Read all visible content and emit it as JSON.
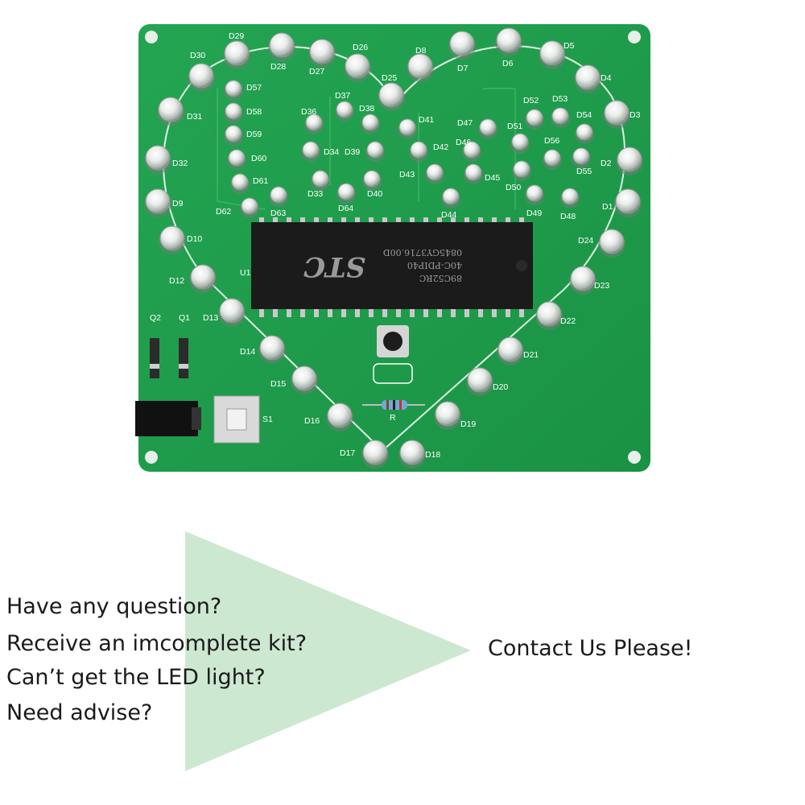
{
  "board": {
    "chip": {
      "brand": "STC",
      "line1": "89C52RC",
      "line2": "40C-PDIP40",
      "line3": "0845GY3716.00D",
      "ref": "U1"
    },
    "switch_label": "S1",
    "resistor_label": "R",
    "transistors": [
      "Q2",
      "Q1"
    ],
    "leds": [
      {
        "id": "D1"
      },
      {
        "id": "D2"
      },
      {
        "id": "D3"
      },
      {
        "id": "D4"
      },
      {
        "id": "D5"
      },
      {
        "id": "D6"
      },
      {
        "id": "D7"
      },
      {
        "id": "D8"
      },
      {
        "id": "D9"
      },
      {
        "id": "D10"
      },
      {
        "id": "D12"
      },
      {
        "id": "D13"
      },
      {
        "id": "D14"
      },
      {
        "id": "D15"
      },
      {
        "id": "D16"
      },
      {
        "id": "D17"
      },
      {
        "id": "D18"
      },
      {
        "id": "D19"
      },
      {
        "id": "D20"
      },
      {
        "id": "D21"
      },
      {
        "id": "D22"
      },
      {
        "id": "D23"
      },
      {
        "id": "D24"
      },
      {
        "id": "D25"
      },
      {
        "id": "D26"
      },
      {
        "id": "D27"
      },
      {
        "id": "D28"
      },
      {
        "id": "D29"
      },
      {
        "id": "D30"
      },
      {
        "id": "D31"
      },
      {
        "id": "D32"
      },
      {
        "id": "D33"
      },
      {
        "id": "D34"
      },
      {
        "id": "D36"
      },
      {
        "id": "D37"
      },
      {
        "id": "D38"
      },
      {
        "id": "D39"
      },
      {
        "id": "D40"
      },
      {
        "id": "D41"
      },
      {
        "id": "D42"
      },
      {
        "id": "D43"
      },
      {
        "id": "D44"
      },
      {
        "id": "D45"
      },
      {
        "id": "D46"
      },
      {
        "id": "D47"
      },
      {
        "id": "D48"
      },
      {
        "id": "D49"
      },
      {
        "id": "D50"
      },
      {
        "id": "D51"
      },
      {
        "id": "D52"
      },
      {
        "id": "D53"
      },
      {
        "id": "D54"
      },
      {
        "id": "D55"
      },
      {
        "id": "D56"
      },
      {
        "id": "D57"
      },
      {
        "id": "D58"
      },
      {
        "id": "D59"
      },
      {
        "id": "D60"
      },
      {
        "id": "D61"
      },
      {
        "id": "D62"
      },
      {
        "id": "D63"
      },
      {
        "id": "D64"
      }
    ]
  },
  "questions": [
    "Have any question?",
    "Receive an imcomplete kit?",
    "Can’t get the LED light?",
    "Need advise?"
  ],
  "contact": "Contact Us Please!",
  "colors": {
    "pcb": "#1f9d4a",
    "pcb_dark": "#158a3c",
    "arrow": "#cde8d1",
    "silk": "#ffffff"
  }
}
